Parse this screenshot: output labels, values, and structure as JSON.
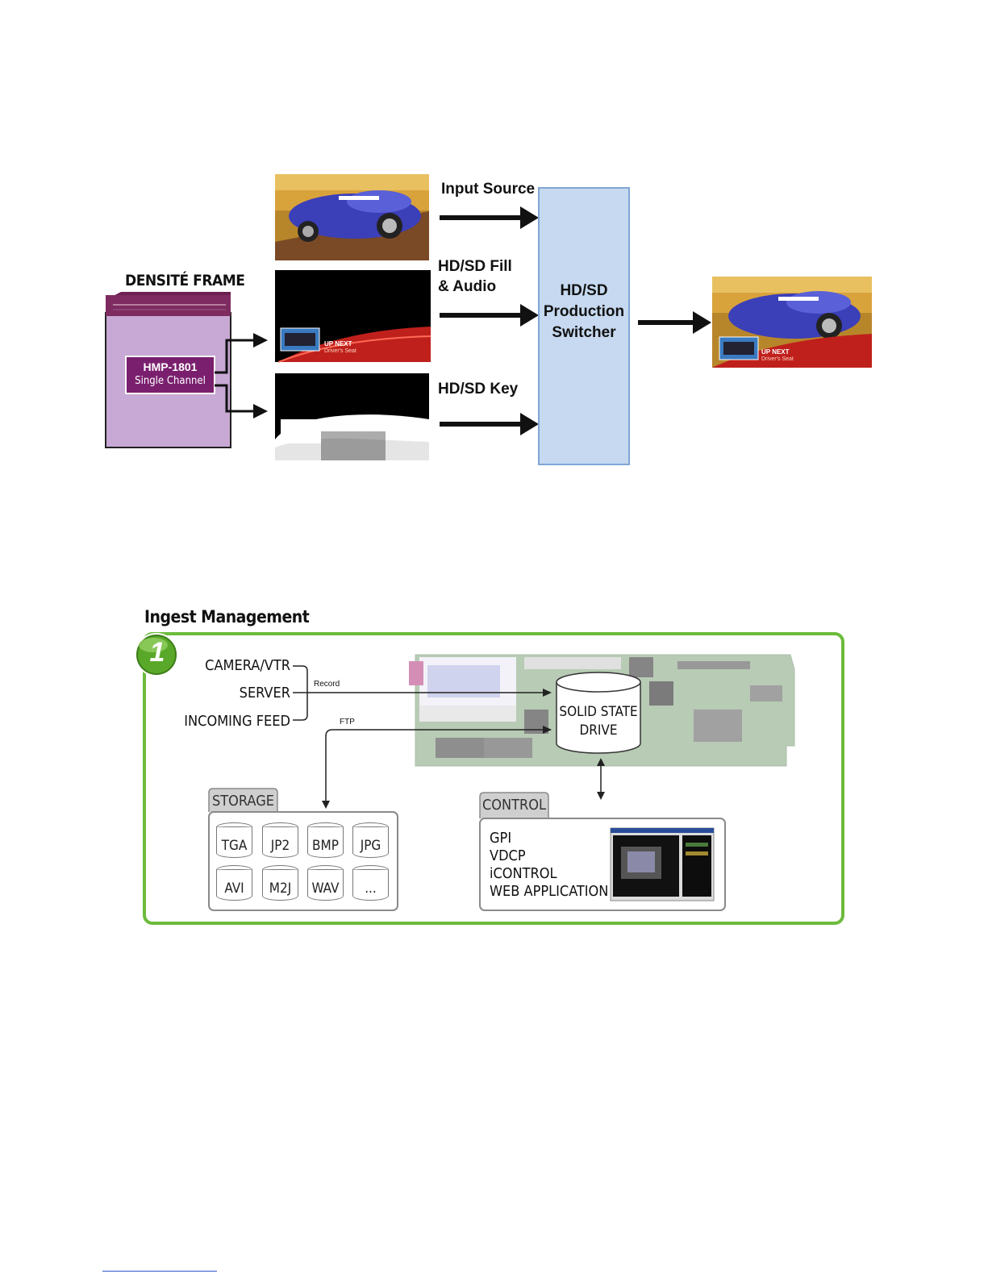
{
  "top_diagram": {
    "frame_title": "DENSITÉ FRAME",
    "module_label_line1": "HMP-1801",
    "module_label_line2": "Single Channel",
    "input_source_label": "Input Source",
    "fill_label_line1": "HD/SD Fill",
    "fill_label_line2": "& Audio",
    "key_label": "HD/SD Key",
    "switcher_line1": "HD/SD",
    "switcher_line2": "Production",
    "switcher_line3": "Switcher",
    "thumb_text_line1": "UP NEXT",
    "thumb_text_line2": "Driver's Seat"
  },
  "ingest": {
    "title": "Ingest Management",
    "step_number": "1",
    "sources": [
      "CAMERA/VTR",
      "SERVER",
      "INCOMING FEED"
    ],
    "record_label": "Record",
    "ftp_label": "FTP",
    "drive_line1": "SOLID STATE",
    "drive_line2": "DRIVE",
    "storage_title": "STORAGE",
    "storage_formats": [
      "TGA",
      "JP2",
      "BMP",
      "JPG",
      "AVI",
      "M2J",
      "WAV",
      "..."
    ],
    "control_title": "CONTROL",
    "control_items": [
      "GPI",
      "VDCP",
      "iCONTROL",
      "WEB APPLICATION"
    ]
  },
  "colors": {
    "switcher_fill": "#c6d9f0",
    "switcher_border": "#7fa6d4",
    "frame_purple": "#c8a8d4",
    "module_purple": "#7a1f6e",
    "ingest_green": "#6cbb3c"
  }
}
